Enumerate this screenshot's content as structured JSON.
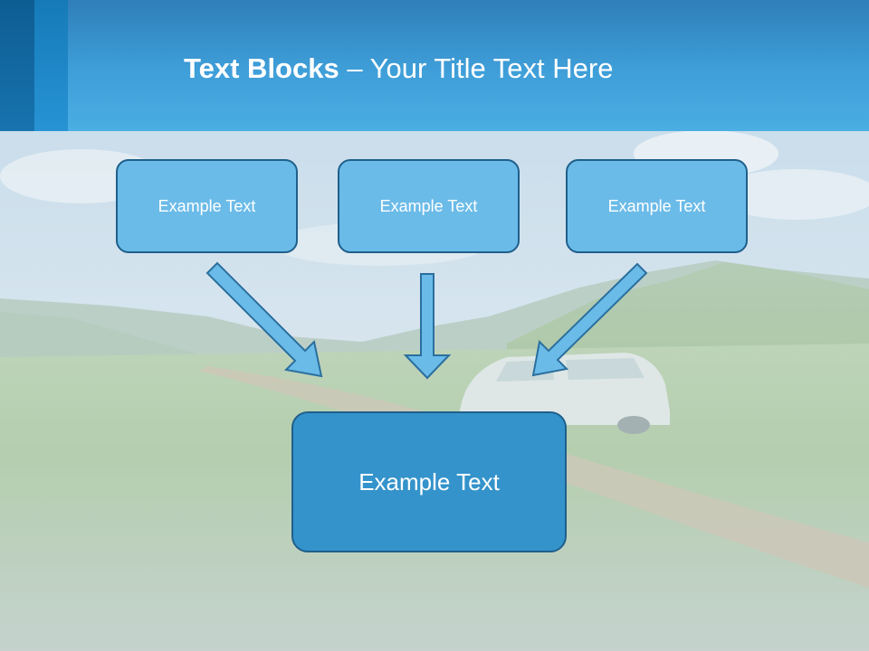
{
  "slide": {
    "title_bold": "Text Blocks",
    "title_dash": " – ",
    "title_light": "Your Title Text Here"
  },
  "blocks": [
    {
      "label": "Example Text"
    },
    {
      "label": "Example Text"
    },
    {
      "label": "Example Text"
    }
  ],
  "main_block": {
    "label": "Example Text"
  },
  "colors": {
    "header": "#3f9fd9",
    "box_fill": "#6bbbe8",
    "main_box_fill": "#3493cb",
    "box_border": "#1f5f8b",
    "arrow_fill": "#6bbbe8",
    "arrow_stroke": "#2a6f9e"
  }
}
